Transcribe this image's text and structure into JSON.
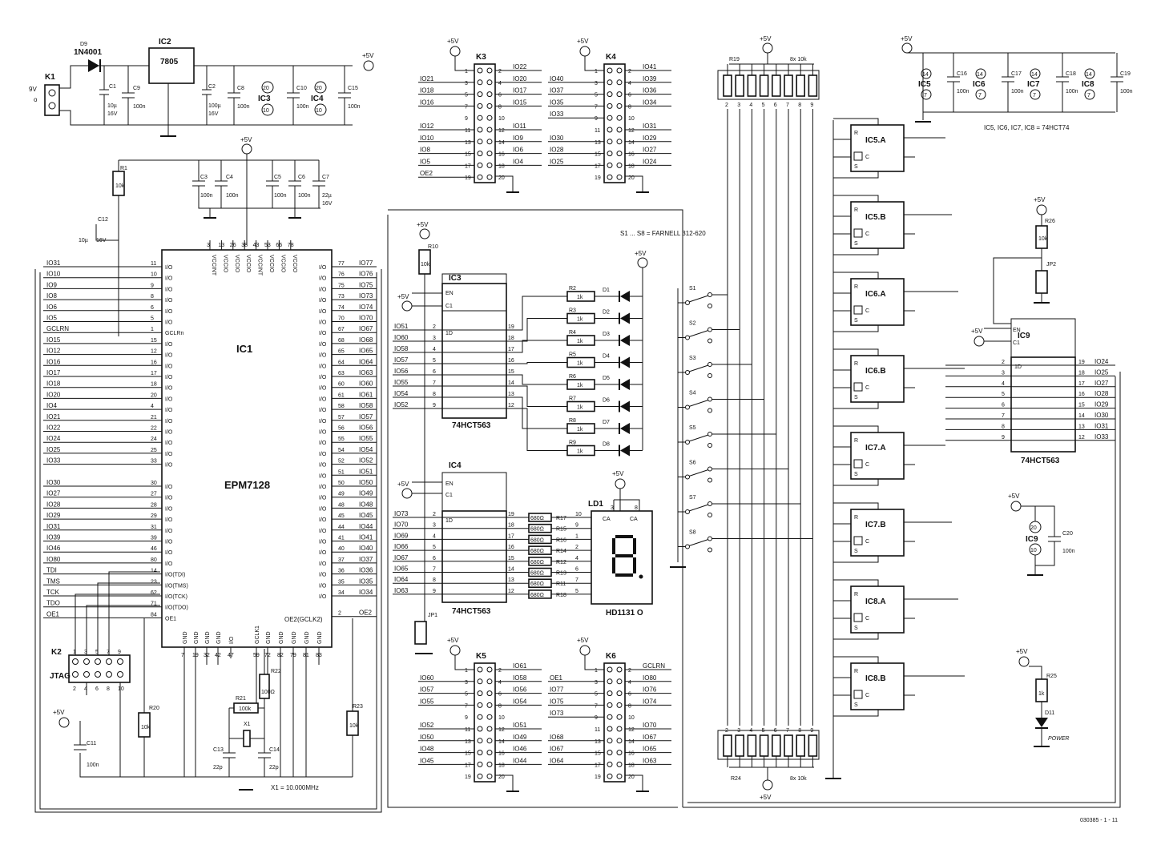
{
  "power": {
    "k1": "K1",
    "k1_voltage": "9V",
    "k1_ac": "o",
    "d9": "D9",
    "d9_part": "1N4001",
    "ic2": "IC2",
    "ic2_part": "7805",
    "vcc": "+5V",
    "c1": "C1",
    "c1_val": "10µ",
    "c1_volt": "16V",
    "c9": "C9",
    "c9_val": "100n",
    "c2": "C2",
    "c2_val": "100µ",
    "c2_volt": "16V",
    "c8": "C8",
    "c8_val": "100n",
    "ic3_ref": "IC3",
    "ic3_p1": "20",
    "ic3_p2": "10",
    "c10": "C10",
    "c10_val": "100n",
    "ic4_ref": "IC4",
    "ic4_p1": "20",
    "ic4_p2": "10",
    "c15": "C15",
    "c15_val": "100n"
  },
  "decoupling": {
    "r1": "R1",
    "r1_val": "10k",
    "c12": "C12",
    "c12_val": "10µ",
    "c12_volt": "16V",
    "c3": "C3",
    "c3_val": "100n",
    "c4": "C4",
    "c4_val": "100n",
    "c5": "C5",
    "c5_val": "100n",
    "c6": "C6",
    "c6_val": "100n",
    "c7": "C7",
    "c7_val": "22µ",
    "c7_volt": "16V"
  },
  "ic1": {
    "ref": "IC1",
    "part": "EPM7128",
    "top_pins": [
      "3",
      "13",
      "26",
      "38",
      "43",
      "53",
      "66",
      "78"
    ],
    "top_labels": [
      "VCCINT",
      "VCCIO",
      "VCCIO",
      "VCCIO",
      "VCCINT",
      "VCCIO",
      "VCCIO",
      "VCCIO"
    ],
    "left": [
      {
        "net": "IO31",
        "pin": "11",
        "fn": "I/O"
      },
      {
        "net": "IO10",
        "pin": "10",
        "fn": "I/O"
      },
      {
        "net": "IO9",
        "pin": "9",
        "fn": "I/O"
      },
      {
        "net": "IO8",
        "pin": "8",
        "fn": "I/O"
      },
      {
        "net": "IO6",
        "pin": "6",
        "fn": "I/O"
      },
      {
        "net": "IO5",
        "pin": "5",
        "fn": "I/O"
      },
      {
        "net": "GCLRN",
        "pin": "1",
        "fn": "GCLRn"
      },
      {
        "net": "IO15",
        "pin": "15",
        "fn": "I/O"
      },
      {
        "net": "IO12",
        "pin": "12",
        "fn": "I/O"
      },
      {
        "net": "IO16",
        "pin": "16",
        "fn": "I/O"
      },
      {
        "net": "IO17",
        "pin": "17",
        "fn": "I/O"
      },
      {
        "net": "IO18",
        "pin": "18",
        "fn": "I/O"
      },
      {
        "net": "IO20",
        "pin": "20",
        "fn": "I/O"
      },
      {
        "net": "IO4",
        "pin": "4",
        "fn": "I/O"
      },
      {
        "net": "IO21",
        "pin": "21",
        "fn": "I/O"
      },
      {
        "net": "IO22",
        "pin": "22",
        "fn": "I/O"
      },
      {
        "net": "IO24",
        "pin": "24",
        "fn": "I/O"
      },
      {
        "net": "IO25",
        "pin": "25",
        "fn": "I/O"
      },
      {
        "net": "IO33",
        "pin": "33",
        "fn": "I/O"
      },
      {
        "net": "",
        "pin": "",
        "fn": ""
      },
      {
        "net": "IO30",
        "pin": "30",
        "fn": "I/O"
      },
      {
        "net": "IO27",
        "pin": "27",
        "fn": "I/O"
      },
      {
        "net": "IO28",
        "pin": "28",
        "fn": "I/O"
      },
      {
        "net": "IO29",
        "pin": "29",
        "fn": "I/O"
      },
      {
        "net": "IO31",
        "pin": "31",
        "fn": "I/O"
      },
      {
        "net": "IO39",
        "pin": "39",
        "fn": "I/O"
      },
      {
        "net": "IO46",
        "pin": "46",
        "fn": "I/O"
      },
      {
        "net": "IO80",
        "pin": "80",
        "fn": "I/O"
      },
      {
        "net": "TDI",
        "pin": "14",
        "fn": "I/O(TDI)"
      },
      {
        "net": "TMS",
        "pin": "23",
        "fn": "I/O(TMS)"
      },
      {
        "net": "TCK",
        "pin": "62",
        "fn": "I/O(TCK)"
      },
      {
        "net": "TDO",
        "pin": "71",
        "fn": "I/O(TDO)"
      },
      {
        "net": "OE1",
        "pin": "84",
        "fn": "OE1"
      }
    ],
    "right": [
      {
        "net": "IO77",
        "pin": "77"
      },
      {
        "net": "IO76",
        "pin": "76"
      },
      {
        "net": "IO75",
        "pin": "75"
      },
      {
        "net": "IO73",
        "pin": "73"
      },
      {
        "net": "IO74",
        "pin": "74"
      },
      {
        "net": "IO70",
        "pin": "70"
      },
      {
        "net": "IO67",
        "pin": "67"
      },
      {
        "net": "IO68",
        "pin": "68"
      },
      {
        "net": "IO65",
        "pin": "65"
      },
      {
        "net": "IO64",
        "pin": "64"
      },
      {
        "net": "IO63",
        "pin": "63"
      },
      {
        "net": "IO60",
        "pin": "60"
      },
      {
        "net": "IO61",
        "pin": "61"
      },
      {
        "net": "IO58",
        "pin": "58"
      },
      {
        "net": "IO57",
        "pin": "57"
      },
      {
        "net": "IO56",
        "pin": "56"
      },
      {
        "net": "IO55",
        "pin": "55"
      },
      {
        "net": "IO54",
        "pin": "54"
      },
      {
        "net": "IO52",
        "pin": "52"
      },
      {
        "net": "IO51",
        "pin": "51"
      },
      {
        "net": "IO50",
        "pin": "50"
      },
      {
        "net": "IO49",
        "pin": "49"
      },
      {
        "net": "IO48",
        "pin": "48"
      },
      {
        "net": "IO45",
        "pin": "45"
      },
      {
        "net": "IO44",
        "pin": "44"
      },
      {
        "net": "IO41",
        "pin": "41"
      },
      {
        "net": "IO40",
        "pin": "40"
      },
      {
        "net": "IO37",
        "pin": "37"
      },
      {
        "net": "IO36",
        "pin": "36"
      },
      {
        "net": "IO35",
        "pin": "35"
      },
      {
        "net": "IO34",
        "pin": "34"
      },
      {
        "net": "OE2",
        "pin": "2"
      }
    ],
    "oe2_label": "OE2(GCLK2)",
    "bottom_pins": [
      "7",
      "19",
      "32",
      "42",
      "47",
      "59",
      "72",
      "82",
      "79",
      "81",
      "83"
    ],
    "bottom_labels": [
      "GND",
      "GND",
      "GND",
      "GND",
      "I/O",
      "GCLK1",
      "GND",
      "GND",
      "GND",
      "GND",
      "GND"
    ]
  },
  "jtag": {
    "ref": "K2",
    "label": "JTAG",
    "top_pins": [
      "1",
      "3",
      "5",
      "7",
      "9"
    ],
    "bottom_pins": [
      "2",
      "4",
      "6",
      "8",
      "10"
    ],
    "c11": "C11",
    "c11_val": "100n",
    "r20": "R20",
    "r20_val": "10k"
  },
  "clock": {
    "r21": "R21",
    "r21_val": "100k",
    "r22": "R22",
    "r22_val": "100Ω",
    "x1": "X1",
    "c13": "C13",
    "c13_val": "22p",
    "c14": "C14",
    "c14_val": "22p",
    "x1_note": "X1 = 10.000MHz",
    "r23": "R23",
    "r23_val": "10k"
  },
  "k3": {
    "ref": "K3",
    "rows": [
      {
        "l": "",
        "lp": "1",
        "rp": "2",
        "r": "IO22"
      },
      {
        "l": "IO21",
        "lp": "3",
        "rp": "4",
        "r": "IO20"
      },
      {
        "l": "IO18",
        "lp": "5",
        "rp": "6",
        "r": "IO17"
      },
      {
        "l": "IO16",
        "lp": "7",
        "rp": "8",
        "r": "IO15"
      },
      {
        "l": "",
        "lp": "9",
        "rp": "10",
        "r": ""
      },
      {
        "l": "IO12",
        "lp": "11",
        "rp": "12",
        "r": "IO11"
      },
      {
        "l": "IO10",
        "lp": "13",
        "rp": "14",
        "r": "IO9"
      },
      {
        "l": "IO8",
        "lp": "15",
        "rp": "16",
        "r": "IO6"
      },
      {
        "l": "IO5",
        "lp": "17",
        "rp": "18",
        "r": "IO4"
      },
      {
        "l": "OE2",
        "lp": "19",
        "rp": "20",
        "r": ""
      }
    ]
  },
  "k4": {
    "ref": "K4",
    "rows": [
      {
        "l": "",
        "lp": "1",
        "rp": "2",
        "r": "IO41"
      },
      {
        "l": "IO40",
        "lp": "3",
        "rp": "4",
        "r": "IO39"
      },
      {
        "l": "IO37",
        "lp": "5",
        "rp": "6",
        "r": "IO36"
      },
      {
        "l": "IO35",
        "lp": "7",
        "rp": "8",
        "r": "IO34"
      },
      {
        "l": "IO33",
        "lp": "9",
        "rp": "10",
        "r": ""
      },
      {
        "l": "",
        "lp": "11",
        "rp": "12",
        "r": "IO31"
      },
      {
        "l": "IO30",
        "lp": "13",
        "rp": "14",
        "r": "IO29"
      },
      {
        "l": "IO28",
        "lp": "15",
        "rp": "16",
        "r": "IO27"
      },
      {
        "l": "IO25",
        "lp": "17",
        "rp": "18",
        "r": "IO24"
      },
      {
        "l": "",
        "lp": "19",
        "rp": "20",
        "r": ""
      }
    ]
  },
  "k5": {
    "ref": "K5",
    "rows": [
      {
        "l": "",
        "lp": "1",
        "rp": "2",
        "r": "IO61"
      },
      {
        "l": "IO60",
        "lp": "3",
        "rp": "4",
        "r": "IO58"
      },
      {
        "l": "IO57",
        "lp": "5",
        "rp": "6",
        "r": "IO56"
      },
      {
        "l": "IO55",
        "lp": "7",
        "rp": "8",
        "r": "IO54"
      },
      {
        "l": "",
        "lp": "9",
        "rp": "10",
        "r": ""
      },
      {
        "l": "IO52",
        "lp": "11",
        "rp": "12",
        "r": "IO51"
      },
      {
        "l": "IO50",
        "lp": "13",
        "rp": "14",
        "r": "IO49"
      },
      {
        "l": "IO48",
        "lp": "15",
        "rp": "16",
        "r": "IO46"
      },
      {
        "l": "IO45",
        "lp": "17",
        "rp": "18",
        "r": "IO44"
      },
      {
        "l": "",
        "lp": "19",
        "rp": "20",
        "r": ""
      }
    ]
  },
  "k6": {
    "ref": "K6",
    "rows": [
      {
        "l": "",
        "lp": "1",
        "rp": "2",
        "r": "GCLRN"
      },
      {
        "l": "OE1",
        "lp": "3",
        "rp": "4",
        "r": "IO80"
      },
      {
        "l": "IO77",
        "lp": "5",
        "rp": "6",
        "r": "IO76"
      },
      {
        "l": "IO75",
        "lp": "7",
        "rp": "8",
        "r": "IO74"
      },
      {
        "l": "IO73",
        "lp": "9",
        "rp": "10",
        "r": ""
      },
      {
        "l": "",
        "lp": "11",
        "rp": "12",
        "r": "IO70"
      },
      {
        "l": "IO68",
        "lp": "13",
        "rp": "14",
        "r": "IO67"
      },
      {
        "l": "IO67",
        "lp": "15",
        "rp": "16",
        "r": "IO65"
      },
      {
        "l": "IO64",
        "lp": "17",
        "rp": "18",
        "r": "IO63"
      },
      {
        "l": "",
        "lp": "19",
        "rp": "20",
        "r": ""
      }
    ]
  },
  "leds": {
    "ic3": "IC3",
    "part": "74HCT563",
    "en": "EN",
    "c1": "C1",
    "d1": "1D",
    "r10": "R10",
    "r10_val": "10k",
    "inputs": [
      "IO51",
      "IO60",
      "IO58",
      "IO57",
      "IO56",
      "IO55",
      "IO54",
      "IO52"
    ],
    "in_pins": [
      "2",
      "3",
      "4",
      "5",
      "6",
      "7",
      "8",
      "9"
    ],
    "out_pins": [
      "19",
      "18",
      "17",
      "16",
      "15",
      "14",
      "13",
      "12"
    ],
    "resistors": [
      "R2",
      "R3",
      "R4",
      "R5",
      "R6",
      "R7",
      "R8",
      "R9"
    ],
    "res_val": "1k",
    "diodes": [
      "D1",
      "D2",
      "D3",
      "D4",
      "D5",
      "D6",
      "D7",
      "D8"
    ],
    "note": "S1 ... S8 = FARNELL 312-620"
  },
  "display": {
    "ic4": "IC4",
    "part": "74HCT563",
    "inputs": [
      "IO73",
      "IO70",
      "IO69",
      "IO66",
      "IO67",
      "IO65",
      "IO64",
      "IO63"
    ],
    "in_pins": [
      "2",
      "3",
      "4",
      "5",
      "6",
      "7",
      "8",
      "9"
    ],
    "out_pins": [
      "19",
      "18",
      "17",
      "16",
      "15",
      "14",
      "13",
      "12"
    ],
    "resistors": [
      "R17",
      "R15",
      "R16",
      "R14",
      "R12",
      "R13",
      "R11",
      "R18"
    ],
    "res_val": "680Ω",
    "segs": [
      "g",
      "f",
      "e",
      "d",
      "c",
      "b",
      "a",
      "dp"
    ],
    "seg_pins": [
      "10",
      "9",
      "1",
      "2",
      "4",
      "6",
      "7",
      "5"
    ],
    "ld1": "LD1",
    "ld1_part": "HD1131 O",
    "ca": "CA",
    "ca_pins": [
      "3",
      "8"
    ],
    "jp1": "JP1"
  },
  "switches": {
    "labels": [
      "S1",
      "S2",
      "S3",
      "S4",
      "S5",
      "S6",
      "S7",
      "S8"
    ],
    "r19": "R19",
    "r19_val": "8x 10k",
    "r24": "R24",
    "r24_val": "8x 10k",
    "rn_pins": [
      "2",
      "3",
      "4",
      "5",
      "6",
      "7",
      "8",
      "9"
    ]
  },
  "flipflops": {
    "units": [
      "IC5.A",
      "IC5.B",
      "IC6.A",
      "IC6.B",
      "IC7.A",
      "IC7.B",
      "IC8.A",
      "IC8.B"
    ],
    "note": "IC5, IC6, IC7, IC8 = 74HCT74",
    "supply_refs": [
      "IC5",
      "IC6",
      "IC7",
      "IC8"
    ],
    "supply_caps": [
      "C16",
      "C17",
      "C18",
      "C19"
    ],
    "cap_val": "100n"
  },
  "ic9": {
    "ref": "IC9",
    "part": "74HCT563",
    "en": "EN",
    "c1": "C1",
    "d1": "1D",
    "in_pins": [
      "2",
      "3",
      "4",
      "5",
      "6",
      "7",
      "8",
      "9"
    ],
    "out_pins": [
      "19",
      "18",
      "17",
      "16",
      "15",
      "14",
      "13",
      "12"
    ],
    "outputs": [
      "IO24",
      "IO25",
      "IO27",
      "IO28",
      "IO29",
      "IO30",
      "IO31",
      "IO33"
    ],
    "r26": "R26",
    "r26_val": "10k",
    "jp2": "JP2",
    "c20": "C20",
    "c20_val": "100n",
    "sup_p1": "20",
    "sup_p2": "10"
  },
  "power_led": {
    "r25": "R25",
    "r25_val": "1k",
    "d11": "D11",
    "label": "POWER"
  },
  "footer": {
    "code": "030385 - 1 - 11"
  }
}
